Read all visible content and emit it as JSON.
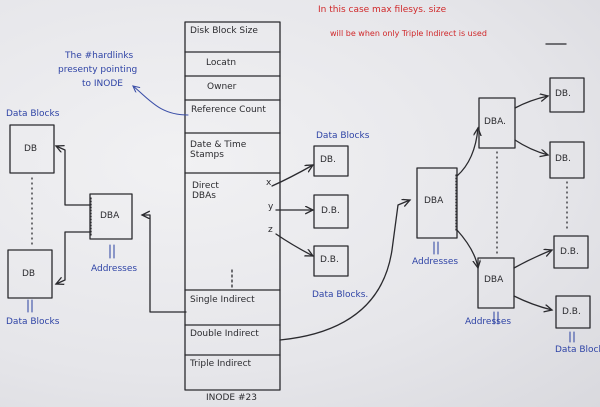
{
  "note_red": {
    "line1": "In this case max filesys. size",
    "line2": "will be when only Triple Indirect is used"
  },
  "note_blue": {
    "line1": "The #hardlinks",
    "line2": "presenty pointing",
    "line3": "to INODE"
  },
  "inode": {
    "caption": "INODE #23",
    "fields": [
      "Disk Block Size",
      "Locatn",
      "Owner",
      "Reference Count",
      "Date & Time Stamps",
      "Direct DBAs",
      "Single Indirect",
      "Double Indirect",
      "Triple Indirect"
    ],
    "direct_markers": [
      "x",
      "y",
      "z"
    ]
  },
  "direct_blocks": {
    "heading": "Data Blocks",
    "items": [
      "DB.",
      "D.B.",
      "D.B."
    ],
    "footer": "Data Blocks."
  },
  "single_indirect": {
    "heading": "Data Blocks",
    "dba_label": "DBA",
    "addresses_label": "Addresses",
    "blocks": [
      "DB",
      "DB"
    ],
    "footer": "Data Blocks"
  },
  "double_indirect": {
    "dba_main": "DBA",
    "addresses_label": "Addresses",
    "dba_upper": "DBA.",
    "dba_lower": "DBA",
    "addresses_label_2": "Addresses",
    "blocks": [
      "DB.",
      "DB.",
      "D.B.",
      "D.B."
    ],
    "footer": "Data Blocks"
  }
}
